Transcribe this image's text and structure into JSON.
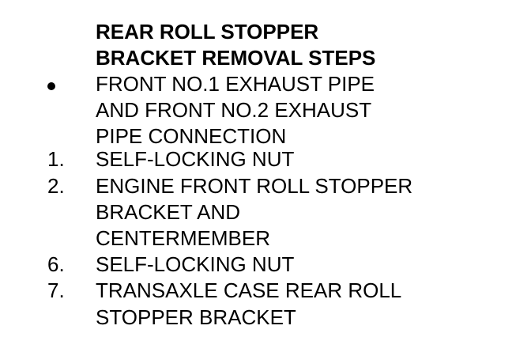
{
  "title": {
    "line1": "REAR ROLL STOPPER",
    "line2": "BRACKET REMOVAL STEPS"
  },
  "steps": [
    {
      "marker": "",
      "lines": [
        "FRONT NO.1 EXHAUST PIPE",
        "AND FRONT NO.2 EXHAUST",
        "PIPE CONNECTION"
      ]
    },
    {
      "marker": "1.",
      "lines": [
        "SELF-LOCKING NUT"
      ]
    },
    {
      "marker": "2.",
      "lines": [
        "ENGINE FRONT ROLL STOPPER",
        "BRACKET AND",
        "CENTERMEMBER"
      ]
    },
    {
      "marker": "6.",
      "lines": [
        "SELF-LOCKING NUT"
      ]
    },
    {
      "marker": "7.",
      "lines": [
        "TRANSAXLE CASE REAR ROLL",
        "STOPPER BRACKET"
      ]
    }
  ]
}
